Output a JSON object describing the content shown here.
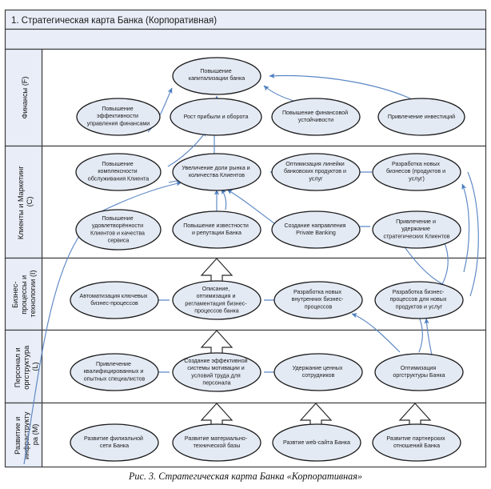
{
  "header": {
    "title": "1. Стратегическая карта Банка (Корпоративная)"
  },
  "caption": "Рис. 3. Стратегическая карта Банка «Корпоративная»",
  "perspectives": [
    {
      "id": "F",
      "label": "Финансы (F)"
    },
    {
      "id": "C",
      "label": "Клиенты и Маркетинг (C)"
    },
    {
      "id": "I",
      "label": "Бизнес-процессы и технологии (I)"
    },
    {
      "id": "L",
      "label": "Персонал и оргструктура (L)"
    },
    {
      "id": "M",
      "label": "Развитие и инфраструктура (M)"
    }
  ],
  "nodes": {
    "f_cap": {
      "lines": [
        "Повышение",
        "капитализации банка"
      ]
    },
    "f_eff": {
      "lines": [
        "Повышение",
        "эффективности",
        "управления финансами"
      ]
    },
    "f_profit": {
      "lines": [
        "Рост прибыли и оборота"
      ]
    },
    "f_stab": {
      "lines": [
        "Повышение финансовой",
        "устойчивости"
      ]
    },
    "f_inv": {
      "lines": [
        "Привлечение инвестиций"
      ]
    },
    "c_compl": {
      "lines": [
        "Повышение",
        "комплексности",
        "обслуживания Клиента"
      ]
    },
    "c_share": {
      "lines": [
        "Увеличение доли рынка и",
        "количества Клиентов"
      ]
    },
    "c_line": {
      "lines": [
        "Оптимизация линейки",
        "банковских продуктов и",
        "услуг"
      ]
    },
    "c_newbiz": {
      "lines": [
        "Разработка новых",
        "бизнесов (продуктов и",
        "услуг)"
      ]
    },
    "c_satisf": {
      "lines": [
        "Повышение",
        "удовлетворённости",
        "Клиентов и качества",
        "сервиса"
      ]
    },
    "c_rep": {
      "lines": [
        "Повышение известности",
        "и репутации Банка"
      ]
    },
    "c_priv": {
      "lines": [
        "Создание направления",
        "Private Banking"
      ]
    },
    "c_strat": {
      "lines": [
        "Привлечение и",
        "удержание",
        "стратегических Клиентов"
      ]
    },
    "i_auto": {
      "lines": [
        "Автоматизация ключевых",
        "бизнес-процессов"
      ]
    },
    "i_descr": {
      "lines": [
        "Описание,",
        "оптимизация и",
        "регламентация бизнес-",
        "процессов банка"
      ]
    },
    "i_inner": {
      "lines": [
        "Разработка новых",
        "внутренних бизнес-",
        "процессов"
      ]
    },
    "i_newbp": {
      "lines": [
        "Разработка бизнес-",
        "процессов для новых",
        "продуктов и услуг"
      ]
    },
    "l_hire": {
      "lines": [
        "Привлечение",
        "квалифицированных и",
        "опытных специалистов"
      ]
    },
    "l_motiv": {
      "lines": [
        "Создание эффективной",
        "системы мотивации и",
        "условий труда для",
        "персонала"
      ]
    },
    "l_keep": {
      "lines": [
        "Удержание ценных",
        "сотрудников"
      ]
    },
    "l_org": {
      "lines": [
        "Оптимизация",
        "оргструктуры Банка"
      ]
    },
    "m_branch": {
      "lines": [
        "Развитие филиальной",
        "сети Банка"
      ]
    },
    "m_mat": {
      "lines": [
        "Развитие материально-",
        "технической базы"
      ]
    },
    "m_web": {
      "lines": [
        "Развтие web-сайта Банка"
      ]
    },
    "m_partn": {
      "lines": [
        "Развитие партнерских",
        "отношений Банка"
      ]
    }
  },
  "colors": {
    "node_fill": "#e4eaf4",
    "node_stroke": "#1a1a1a",
    "connector": "#5b86c4",
    "panel_fill": "#e8edf7",
    "frame_stroke": "#3f3f3f",
    "block_arrow_fill": "#ffffff"
  }
}
